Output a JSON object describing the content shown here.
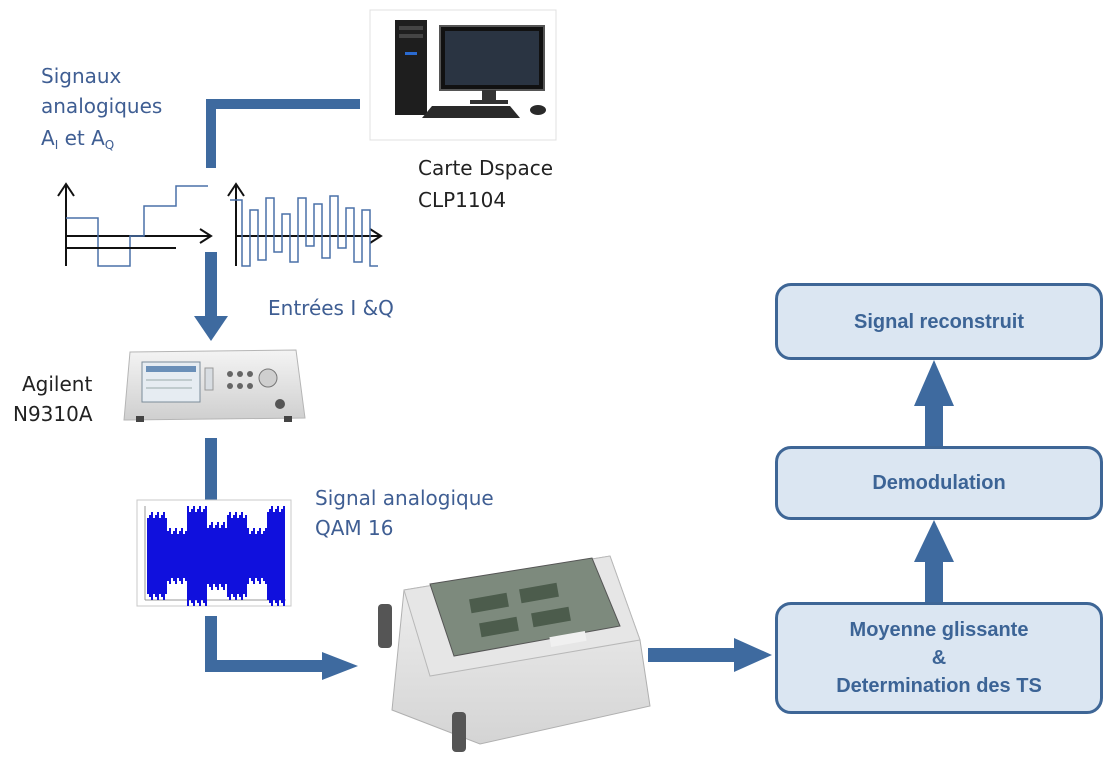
{
  "labels": {
    "signaux_line1": "Signaux",
    "signaux_line2": "analogiques",
    "a_i_base": "A",
    "a_i_sub": "I",
    "et": " et ",
    "a_q_base": "A",
    "a_q_sub": "Q",
    "carte_line1": "Carte Dspace",
    "carte_line2": "CLP1104",
    "entrees": "Entrées I &Q",
    "agilent_line1": "Agilent",
    "agilent_line2": "N9310A",
    "signal_line1": "Signal analogique",
    "signal_line2": "QAM 16"
  },
  "boxes": {
    "signal_reconstruit": "Signal reconstruit",
    "demodulation": "Demodulation",
    "moyenne_line1": "Moyenne glissante",
    "moyenne_line2": "&",
    "moyenne_line3": "Determination des TS"
  },
  "colors": {
    "arrow_blue": "#3e6a9f",
    "box_fill": "#dbe6f2",
    "box_border": "#3e6696",
    "text_blue": "#3f5e93",
    "signal_blue": "#1010dd"
  },
  "icons": {
    "computer": "desktop-computer-icon",
    "generator": "signal-generator-icon",
    "fpga": "fpga-board-icon",
    "qam_plot": "qam-waveform-icon"
  }
}
